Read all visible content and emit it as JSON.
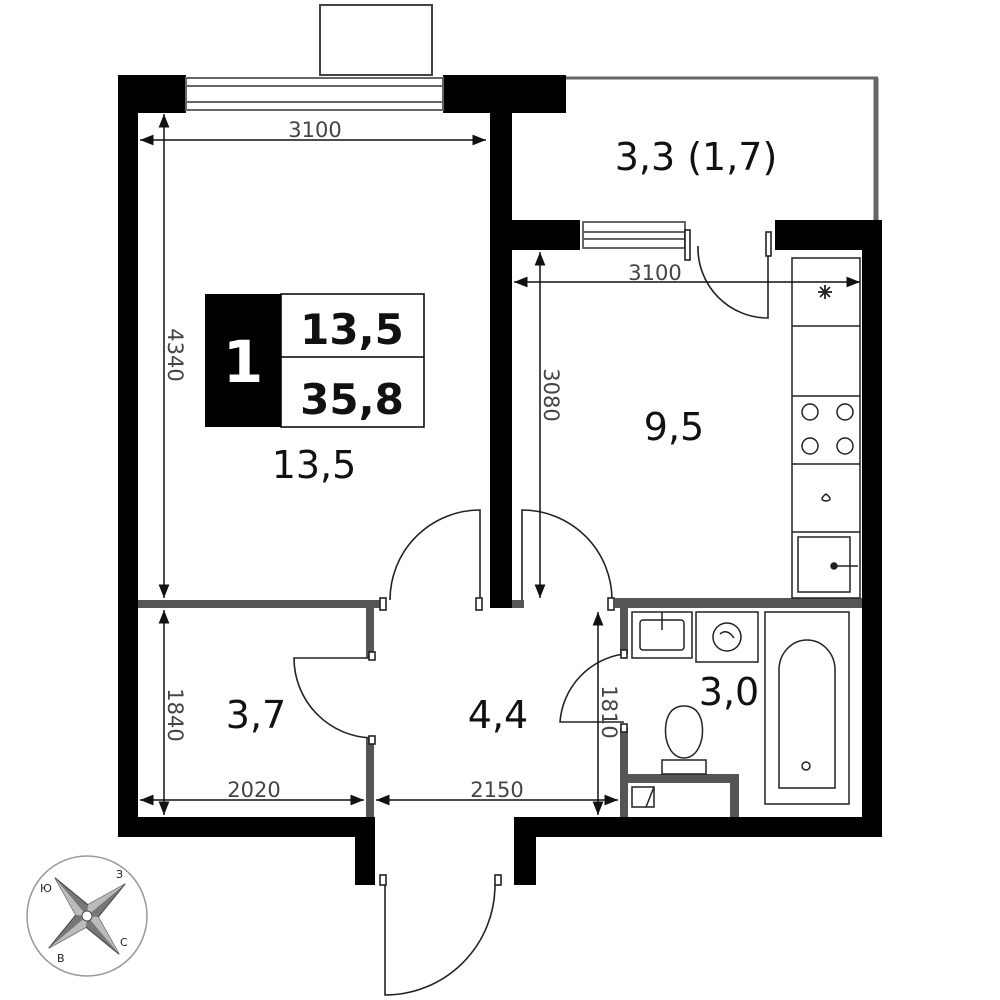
{
  "summary": {
    "rooms_count": "1",
    "living_area": "13,5",
    "total_area": "35,8"
  },
  "rooms": {
    "living_room": "13,5",
    "balcony": "3,3 (1,7)",
    "kitchen": "9,5",
    "storage": "3,7",
    "hall": "4,4",
    "bathroom": "3,0"
  },
  "dimensions": {
    "living_width": "3100",
    "living_depth": "4340",
    "kitchen_width": "3100",
    "kitchen_depth": "3080",
    "storage_depth": "1840",
    "storage_width": "2020",
    "hall_width": "2150",
    "bathroom_depth": "1810"
  },
  "compass": {
    "west": "З",
    "south": "Ю",
    "east": "В",
    "north": "С"
  },
  "colors": {
    "wall": "#000000",
    "partition": "#555555",
    "line": "#222222",
    "window": "#888888"
  }
}
